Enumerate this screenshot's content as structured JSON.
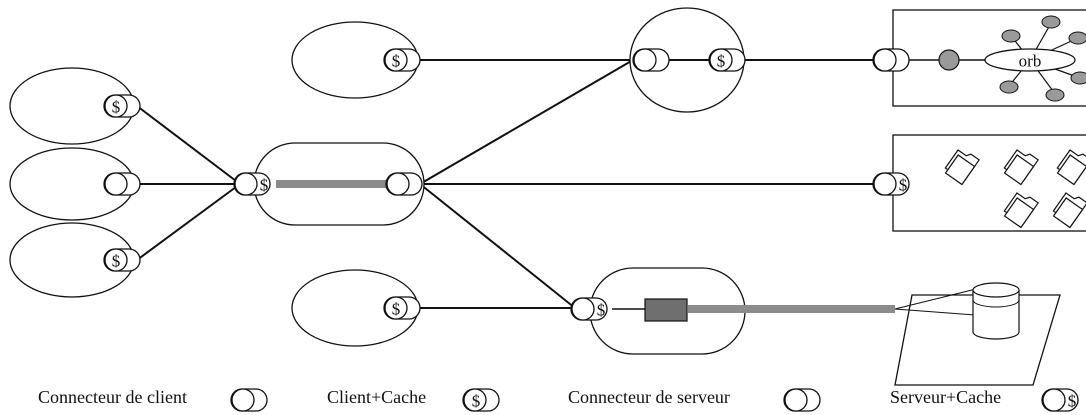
{
  "diagram": {
    "orb_label": "orb",
    "cache_symbol": "$",
    "legend": {
      "client_connector": "Connecteur de client",
      "client_cache": "Client+Cache",
      "server_connector": "Connecteur de serveur",
      "server_cache": "Serveur+Cache"
    }
  },
  "colors": {
    "line": "#111111",
    "cache_link": "#8c8c8c",
    "node_gray": "#9a9a9a",
    "cache_block": "#6f6f6f",
    "background": "#ffffff"
  }
}
